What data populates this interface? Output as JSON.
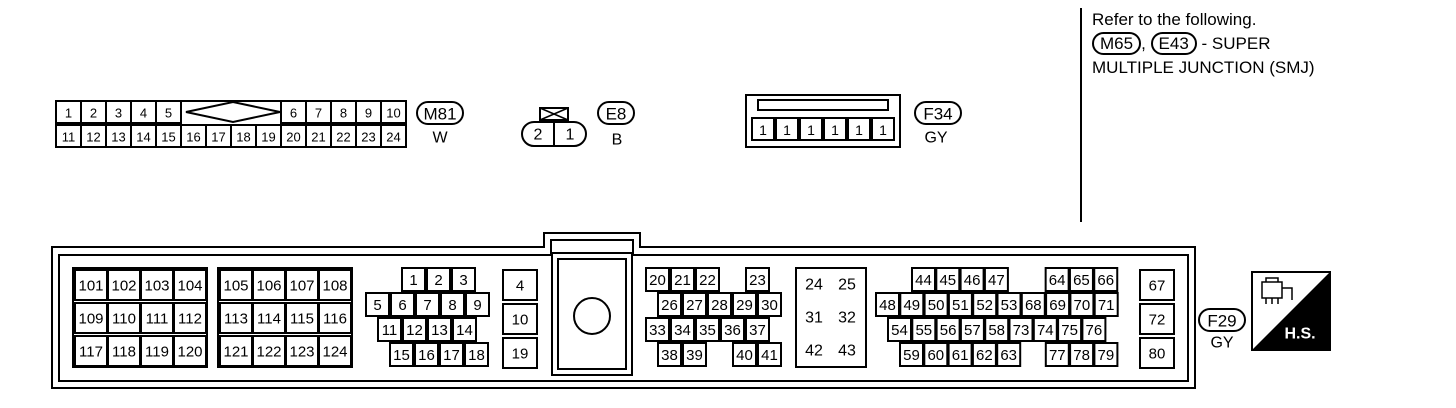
{
  "note": {
    "line1": "Refer to the following.",
    "badge1": "M65",
    "sep": ",",
    "badge2": "E43",
    "line2_rest": "- SUPER",
    "line3": "MULTIPLE JUNCTION (SMJ)"
  },
  "connectors": {
    "m81": {
      "id": "M81",
      "color": "W",
      "top_left": [
        "1",
        "2",
        "3",
        "4",
        "5"
      ],
      "top_right": [
        "6",
        "7",
        "8",
        "9",
        "10"
      ],
      "bottom": [
        "11",
        "12",
        "13",
        "14",
        "15",
        "16",
        "17",
        "18",
        "19",
        "20",
        "21",
        "22",
        "23",
        "24"
      ]
    },
    "e8": {
      "id": "E8",
      "color": "B",
      "pins": [
        "2",
        "1"
      ]
    },
    "f34": {
      "id": "F34",
      "color": "GY",
      "pins": [
        "1",
        "1",
        "1",
        "1",
        "1",
        "1"
      ]
    },
    "f29": {
      "id": "F29",
      "color": "GY",
      "block1": [
        [
          "101",
          "102",
          "103",
          "104"
        ],
        [
          "109",
          "110",
          "111",
          "112"
        ],
        [
          "117",
          "118",
          "119",
          "120"
        ]
      ],
      "block2": [
        [
          "105",
          "106",
          "107",
          "108"
        ],
        [
          "113",
          "114",
          "115",
          "116"
        ],
        [
          "121",
          "122",
          "123",
          "124"
        ]
      ],
      "block3": [
        [
          "1",
          "2",
          "3"
        ],
        [
          "5",
          "6",
          "7",
          "8",
          "9"
        ],
        [
          "11",
          "12",
          "13",
          "14"
        ],
        [
          "15",
          "16",
          "17",
          "18"
        ]
      ],
      "block4": [
        "4",
        "10",
        "19"
      ],
      "block5": [
        [
          "20",
          "21",
          "22",
          "23"
        ],
        [
          "26",
          "27",
          "28",
          "29",
          "30"
        ],
        [
          "33",
          "34",
          "35",
          "36",
          "37"
        ],
        [
          "38",
          "39",
          "40",
          "41"
        ]
      ],
      "block6": [
        [
          "24",
          "25"
        ],
        [
          "31",
          "32"
        ],
        [
          "42",
          "43"
        ]
      ],
      "block7": [
        [
          "44",
          "45",
          "46",
          "47",
          "64",
          "65",
          "66"
        ],
        [
          "48",
          "49",
          "50",
          "51",
          "52",
          "53",
          "68",
          "69",
          "70",
          "71"
        ],
        [
          "54",
          "55",
          "56",
          "57",
          "58",
          "73",
          "74",
          "75",
          "76"
        ],
        [
          "59",
          "60",
          "61",
          "62",
          "63",
          "77",
          "78",
          "79"
        ]
      ],
      "block8": [
        "67",
        "72",
        "80"
      ]
    }
  },
  "hs_label": "H.S."
}
